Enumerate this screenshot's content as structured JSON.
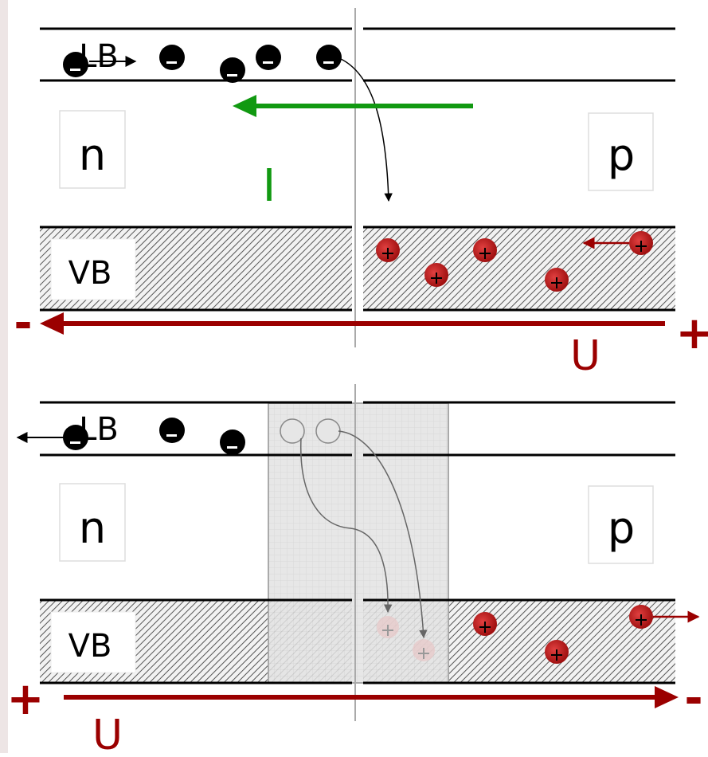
{
  "top_panel": {
    "conduction_band_label": "LB",
    "valence_band_label": "VB",
    "n_label": "n",
    "p_label": "p",
    "current_label": "I",
    "voltage_label": "U",
    "left_polarity": "-",
    "right_polarity": "+"
  },
  "bottom_panel": {
    "conduction_band_label": "LB",
    "valence_band_label": "VB",
    "n_label": "n",
    "p_label": "p",
    "voltage_label": "U",
    "left_polarity": "+",
    "right_polarity": "-"
  },
  "colors": {
    "band_line": "#000000",
    "electron": "#000000",
    "hole": "#b01818",
    "current_arrow": "#119911",
    "voltage_arrow": "#9b0000",
    "depletion_zone": "#dedede"
  }
}
